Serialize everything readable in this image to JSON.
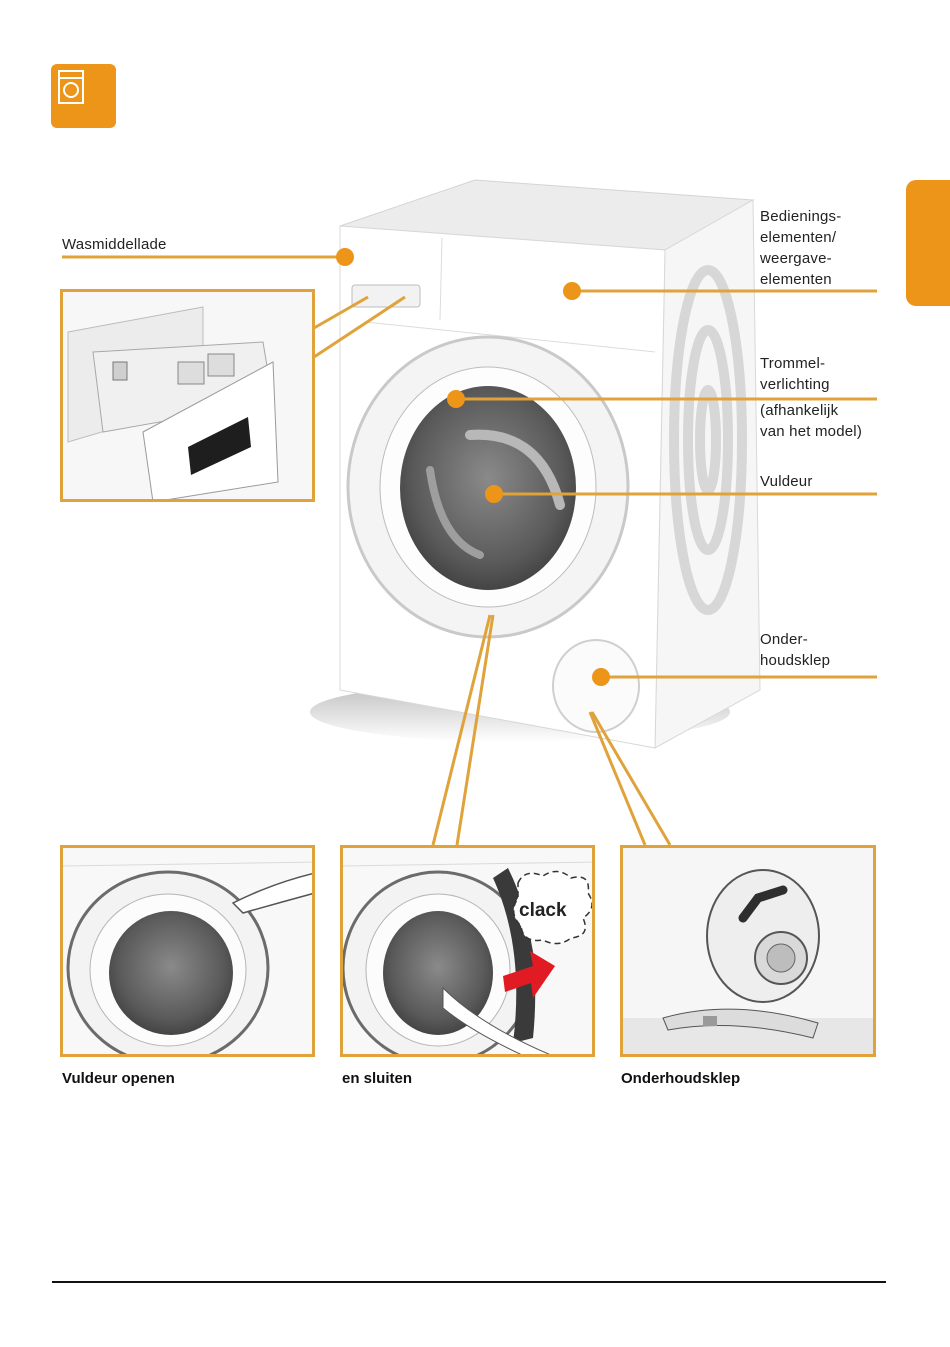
{
  "header": {
    "icon": "washing-machine-icon"
  },
  "labels": {
    "detergent_drawer": "Wasmiddellade",
    "controls": "Bedienings-\nelementen/\nweergave-\nelementen",
    "drum_light": "Trommel-\nverlichting",
    "drum_light_note": "(afhankelijk\nvan het model)",
    "door": "Vuldeur",
    "service_flap": "Onder-\nhoudsklep"
  },
  "panels": {
    "open_door": "Vuldeur openen",
    "close_door": "en sluiten",
    "clack": "clack",
    "service_flap": "Onderhoudsklep"
  },
  "colors": {
    "accent": "#ec9519",
    "callout_line": "#e0a23a",
    "arrow": "#e01b24"
  }
}
